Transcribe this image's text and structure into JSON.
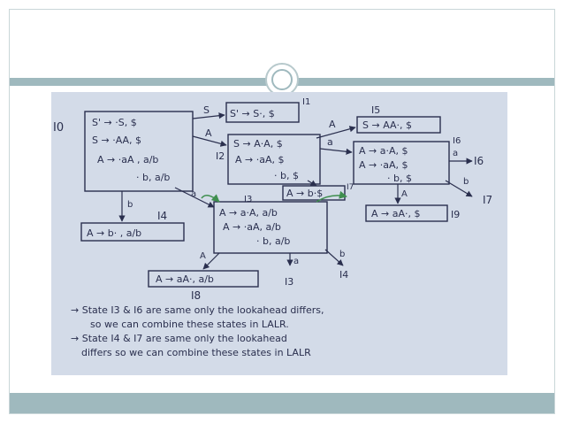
{
  "slide": {
    "image": {
      "states": {
        "i0": {
          "label": "I0",
          "items": [
            "S' → ·S, $",
            "S → ·AA, $",
            "A → ·aA , a/b",
            "· b, a/b"
          ]
        },
        "i1": {
          "label": "I1",
          "items": [
            "S' → S·, $"
          ]
        },
        "i2": {
          "label": "I2",
          "items": [
            "S → A·A, $",
            "A → ·aA, $",
            "· b, $"
          ]
        },
        "i3": {
          "label": "I3",
          "items": [
            "A → a·A, a/b",
            "A → ·aA, a/b",
            "· b, a/b"
          ]
        },
        "i4": {
          "label": "I4",
          "items": [
            "A → b· , a/b"
          ]
        },
        "i5": {
          "label": "I5",
          "items": [
            "S → AA·, $"
          ]
        },
        "i6": {
          "label": "I6",
          "items": [
            "A → a·A, $",
            "A → ·aA, $",
            "· b, $"
          ]
        },
        "i7": {
          "label": "I7",
          "items": [
            "A → b·$"
          ]
        },
        "i8": {
          "label": "I8",
          "items": [
            "A → aA·, a/b"
          ]
        },
        "i9": {
          "label": "I9",
          "items": [
            "A → aA·, $"
          ]
        }
      },
      "transitions": {
        "s": "S",
        "a_upper": "A",
        "a_lower": "a",
        "b_lower": "b"
      },
      "refs": {
        "i3": "I3",
        "i4": "I4",
        "i6": "I6",
        "i7": "I7"
      },
      "notes": [
        "→ State I3 & I6 are same only the lookahead differs,",
        "so we can combine these states in LALR.",
        "→ State I4 & I7 are same only the lookahead",
        "differs so we can combine these states in LALR"
      ]
    }
  }
}
